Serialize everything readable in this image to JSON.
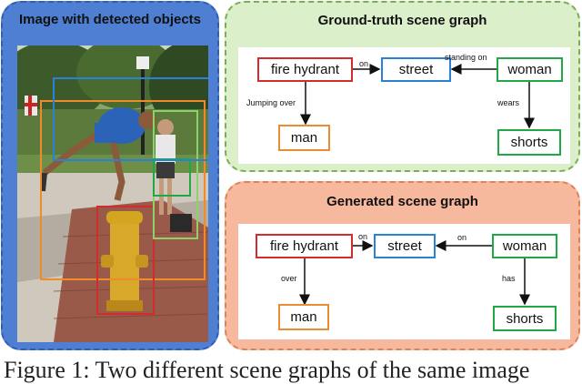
{
  "left_panel": {
    "title": "Image with detected objects"
  },
  "gt_panel": {
    "title": "Ground-truth scene graph",
    "nodes": {
      "fire_hydrant": "fire hydrant",
      "street": "street",
      "woman": "woman",
      "man": "man",
      "shorts": "shorts"
    },
    "edges": {
      "on": "on",
      "standing_on": "standing on",
      "jumping_over": "Jumping over",
      "wears": "wears"
    }
  },
  "gen_panel": {
    "title": "Generated scene graph",
    "nodes": {
      "fire_hydrant": "fire hydrant",
      "street": "street",
      "woman": "woman",
      "man": "man",
      "shorts": "shorts"
    },
    "edges": {
      "on_left": "on",
      "on_right": "on",
      "over": "over",
      "has": "has"
    }
  },
  "caption": "Figure 1: Two different scene graphs of the same image"
}
